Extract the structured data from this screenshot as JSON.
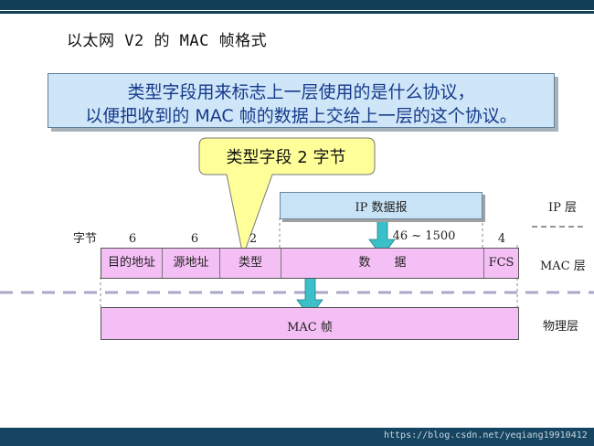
{
  "title": "以太网 V2 的 MAC 帧格式",
  "info_box": {
    "line1": "类型字段用来标志上一层使用的是什么协议，",
    "line2": "以便把收到的 MAC 帧的数据上交给上一层的这个协议。"
  },
  "callout": {
    "text": "类型字段 2 字节"
  },
  "ip_datagram": {
    "label": "IP 数据报"
  },
  "layers": {
    "ip": "IP 层",
    "mac": "MAC 层",
    "physical": "物理层"
  },
  "bytes_label": "字节",
  "field_sizes": {
    "dest": "6",
    "src": "6",
    "type": "2",
    "data": "46 ~ 1500",
    "fcs": "4"
  },
  "fields": {
    "dest": "目的地址",
    "src": "源地址",
    "type": "类型",
    "data": "数　　据",
    "fcs": "FCS"
  },
  "mac_frame": {
    "label": "MAC 帧"
  },
  "watermark": "https://blog.csdn.net/yeqiang19910412",
  "colors": {
    "header_bar": "#123e58",
    "info_fill": "#cfe6f8",
    "info_text": "#163a8a",
    "callout_fill": "#ffff99",
    "frame_fill": "#f4bff4",
    "arrow": "#3bbfc9",
    "dash": "#a8a8c8"
  }
}
